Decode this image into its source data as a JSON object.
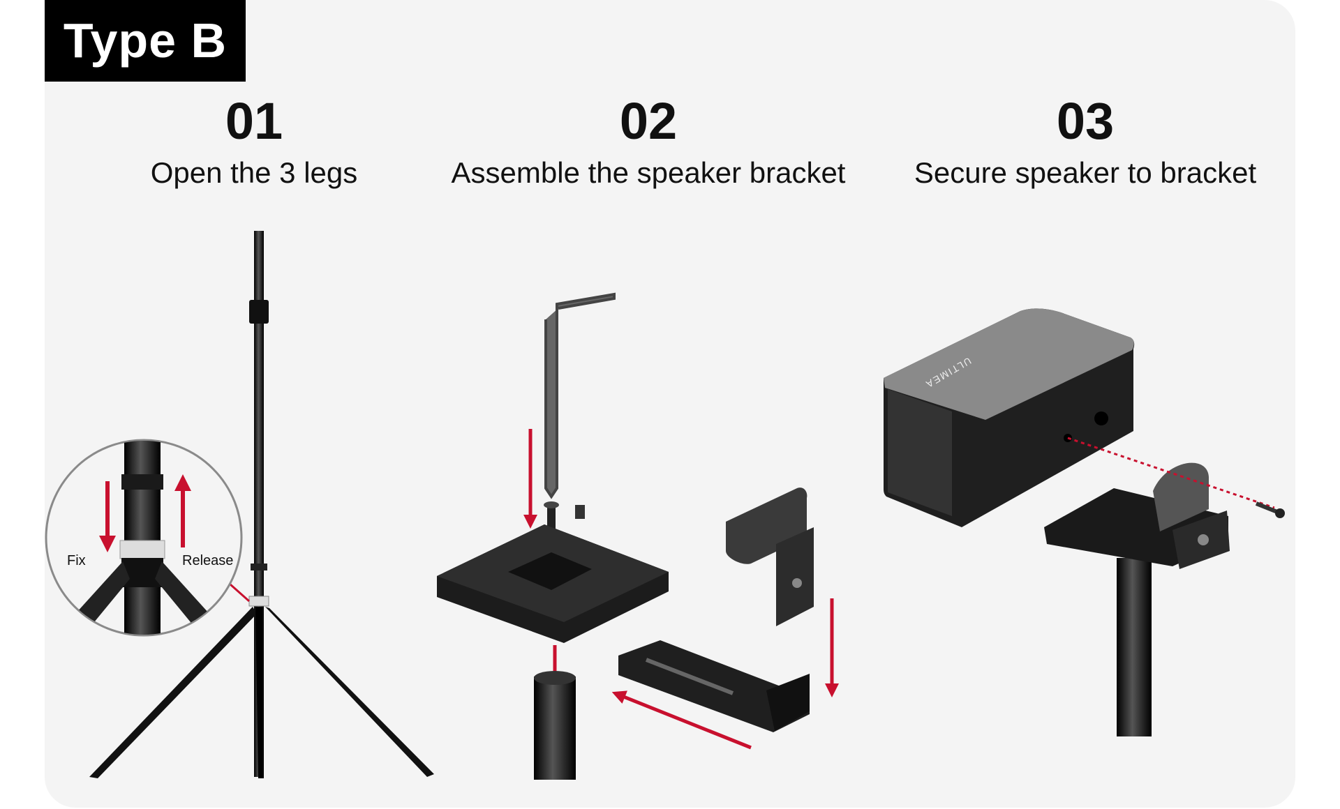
{
  "header": {
    "type_label": "Type B"
  },
  "steps": [
    {
      "number": "01",
      "title": "Open the 3 legs"
    },
    {
      "number": "02",
      "title": "Assemble the speaker bracket"
    },
    {
      "number": "03",
      "title": "Secure speaker to bracket"
    }
  ],
  "callout": {
    "fix_label": "Fix",
    "release_label": "Release"
  },
  "speaker": {
    "brand": "ULTIMEA"
  },
  "colors": {
    "arrow": "#c8102e",
    "background": "#f4f4f4",
    "tag": "#000000"
  }
}
